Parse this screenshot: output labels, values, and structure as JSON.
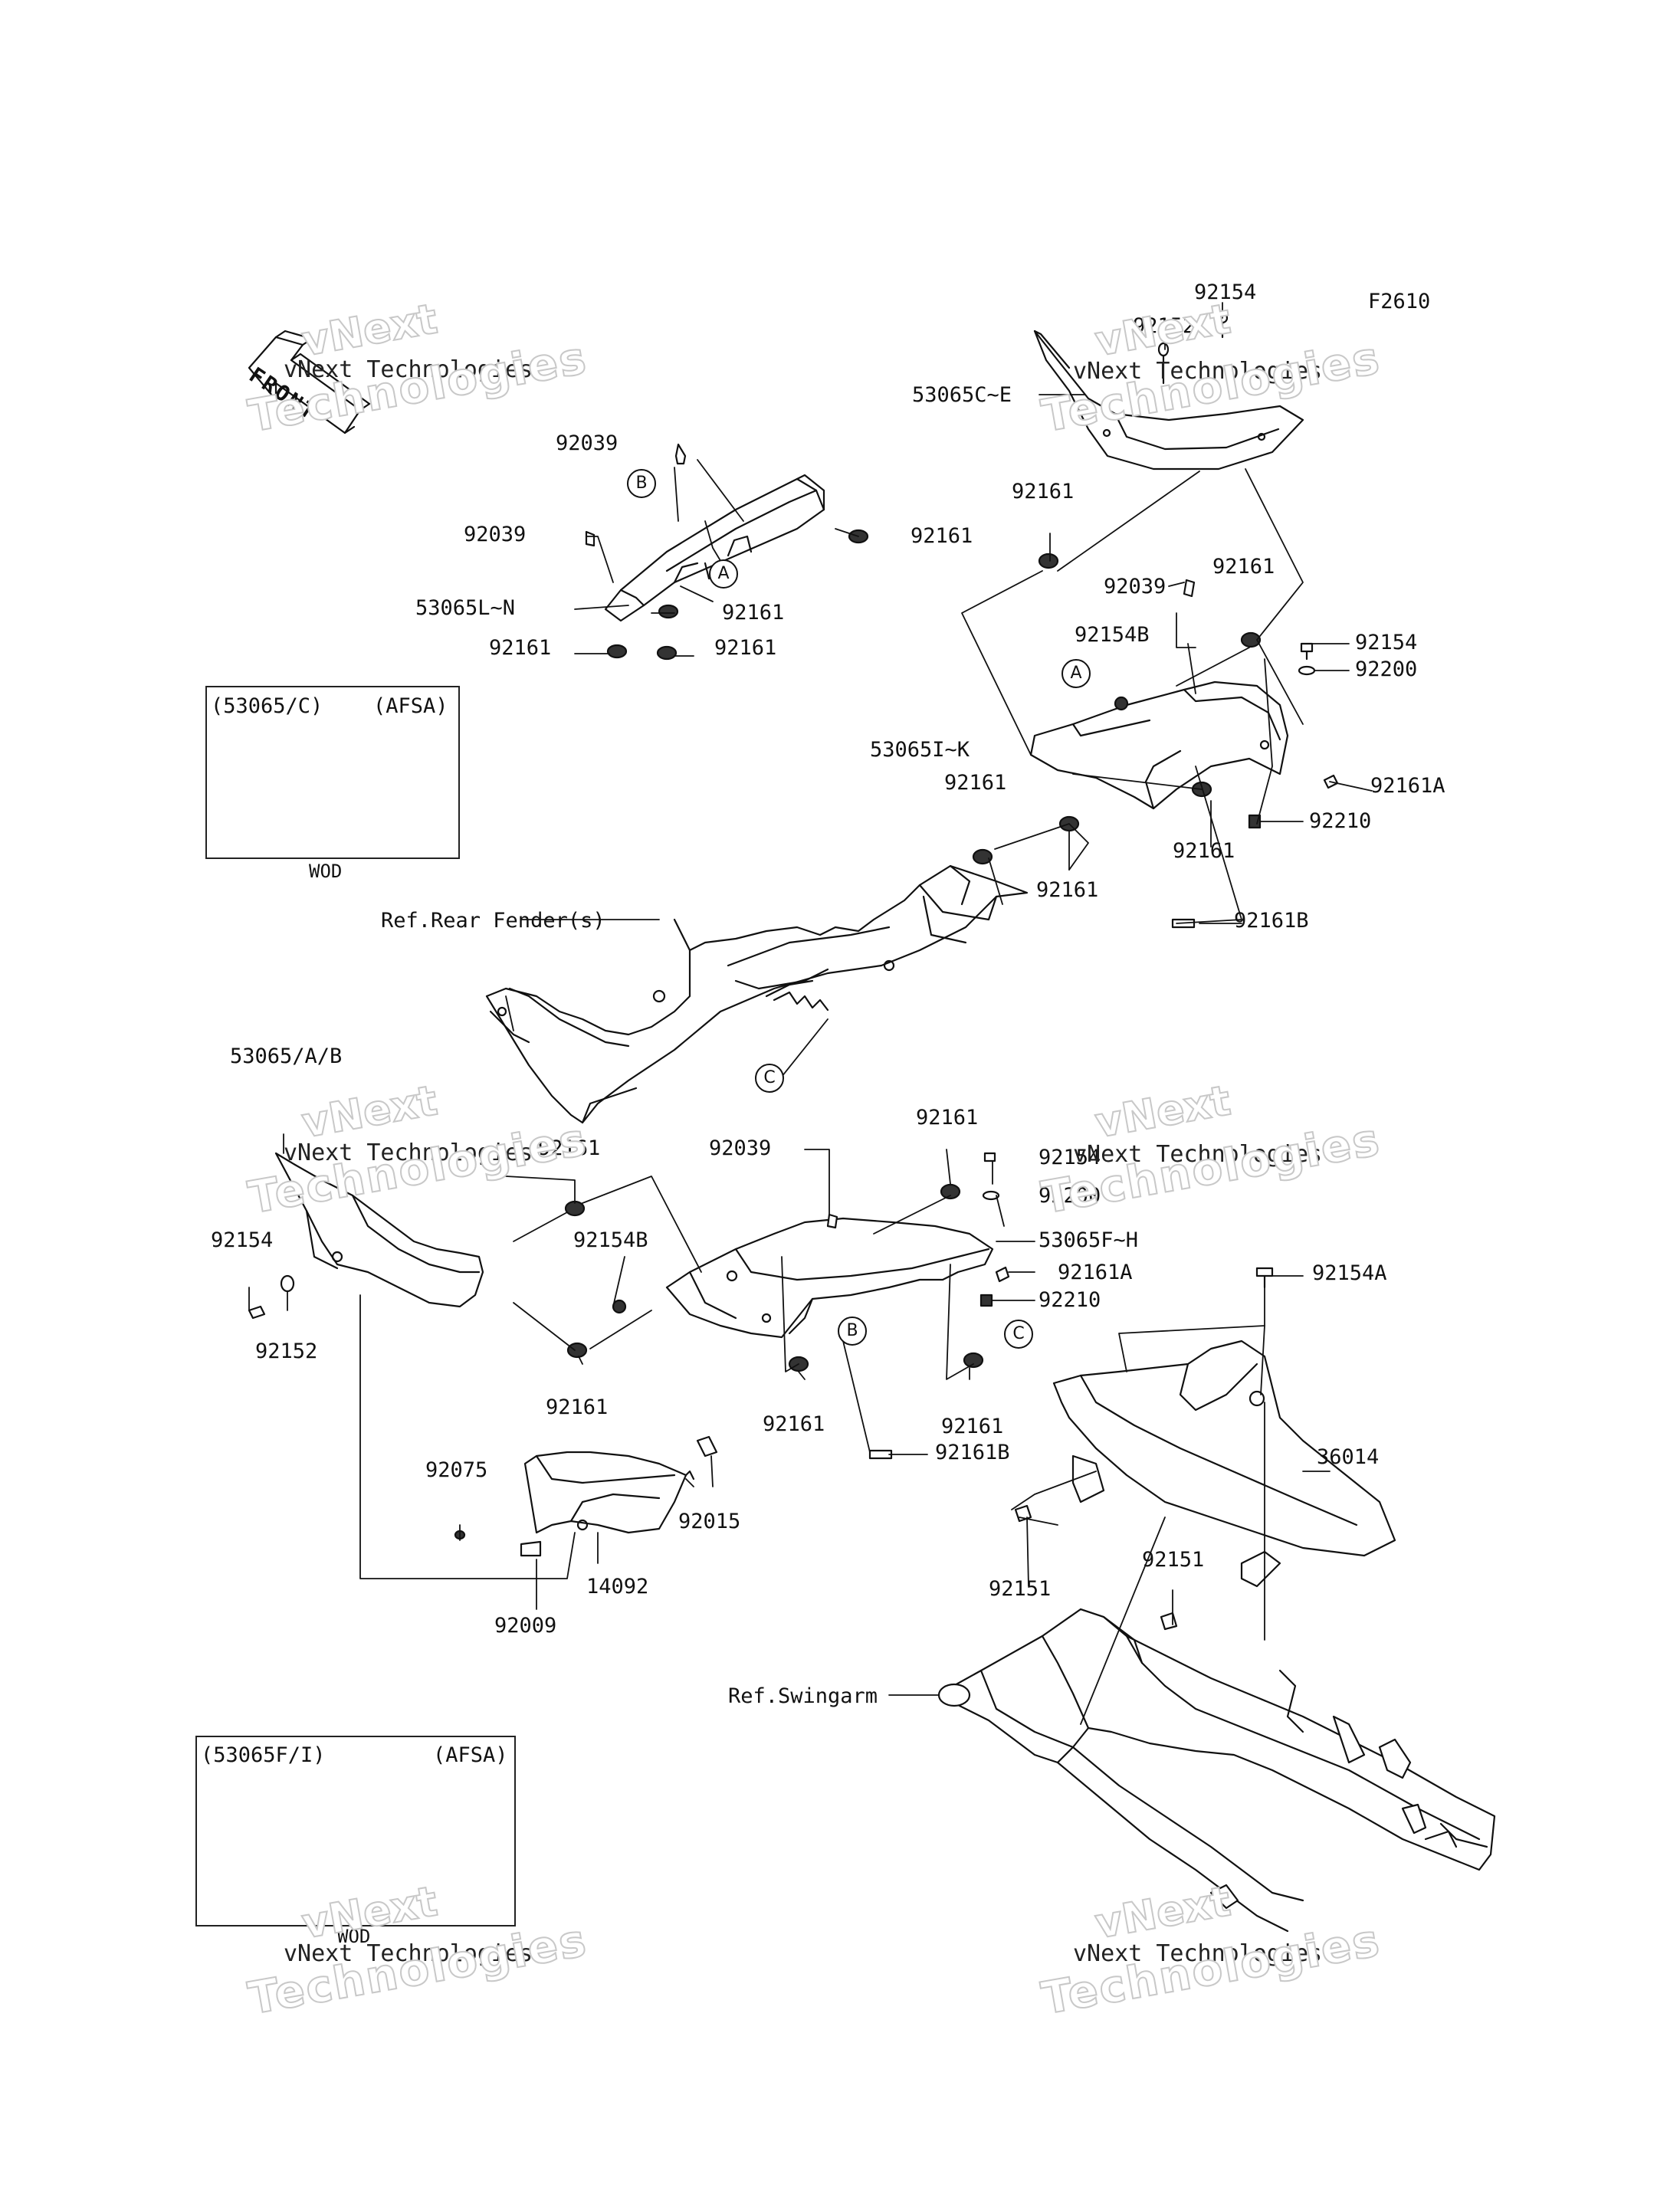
{
  "diagram_code": "F2610",
  "front_arrow": "FRONT",
  "ref_labels": {
    "rear_fender": "Ref.Rear Fender(s)",
    "swingarm": "Ref.Swingarm"
  },
  "circle_markers": {
    "a": "A",
    "b": "B",
    "c": "C"
  },
  "inset_top": {
    "part": "(53065/C)",
    "tag": "(AFSA)",
    "color": "WOD"
  },
  "inset_bottom": {
    "part": "(53065F/I)",
    "tag": "(AFSA)",
    "color": "WOD"
  },
  "watermark": {
    "line1": "vNext Technologies",
    "line2": "Technologies",
    "mark": "vNext"
  },
  "parts": {
    "p92154_top": "92154",
    "p92152_top": "92152",
    "p53065CE": "53065C~E",
    "p92039_a": "92039",
    "p92161_a": "92161",
    "p92039_b": "92039",
    "p53065LN": "53065L~N",
    "p92161_b": "92161",
    "p92161_c": "92161",
    "p92161_d": "92161",
    "p92161_e": "92161",
    "p92039_c": "92039",
    "p92161_f": "92161",
    "p92154B_a": "92154B",
    "p92154_a": "92154",
    "p92200_a": "92200",
    "p53065IK": "53065I~K",
    "p92161A_a": "92161A",
    "p92161_g": "92161",
    "p92210_a": "92210",
    "p92161_h": "92161",
    "p92161_i": "92161",
    "p92161B_a": "92161B",
    "p53065AB": "53065/A/B",
    "p92161_j": "92161",
    "p92039_d": "92039",
    "p92161_k": "92161",
    "p92154_b": "92154",
    "p92200_b": "92200",
    "p92154B_b": "92154B",
    "p53065FH": "53065F~H",
    "p92154_c": "92154",
    "p92161A_b": "92161A",
    "p92210_b": "92210",
    "p92152_b": "92152",
    "p92154A": "92154A",
    "p92161_l": "92161",
    "p92161_m": "92161",
    "p92161_n": "92161",
    "p92161B_b": "92161B",
    "p92075": "92075",
    "p92015": "92015",
    "p36014": "36014",
    "p14092": "14092",
    "p92151_a": "92151",
    "p92151_b": "92151",
    "p92009": "92009"
  }
}
